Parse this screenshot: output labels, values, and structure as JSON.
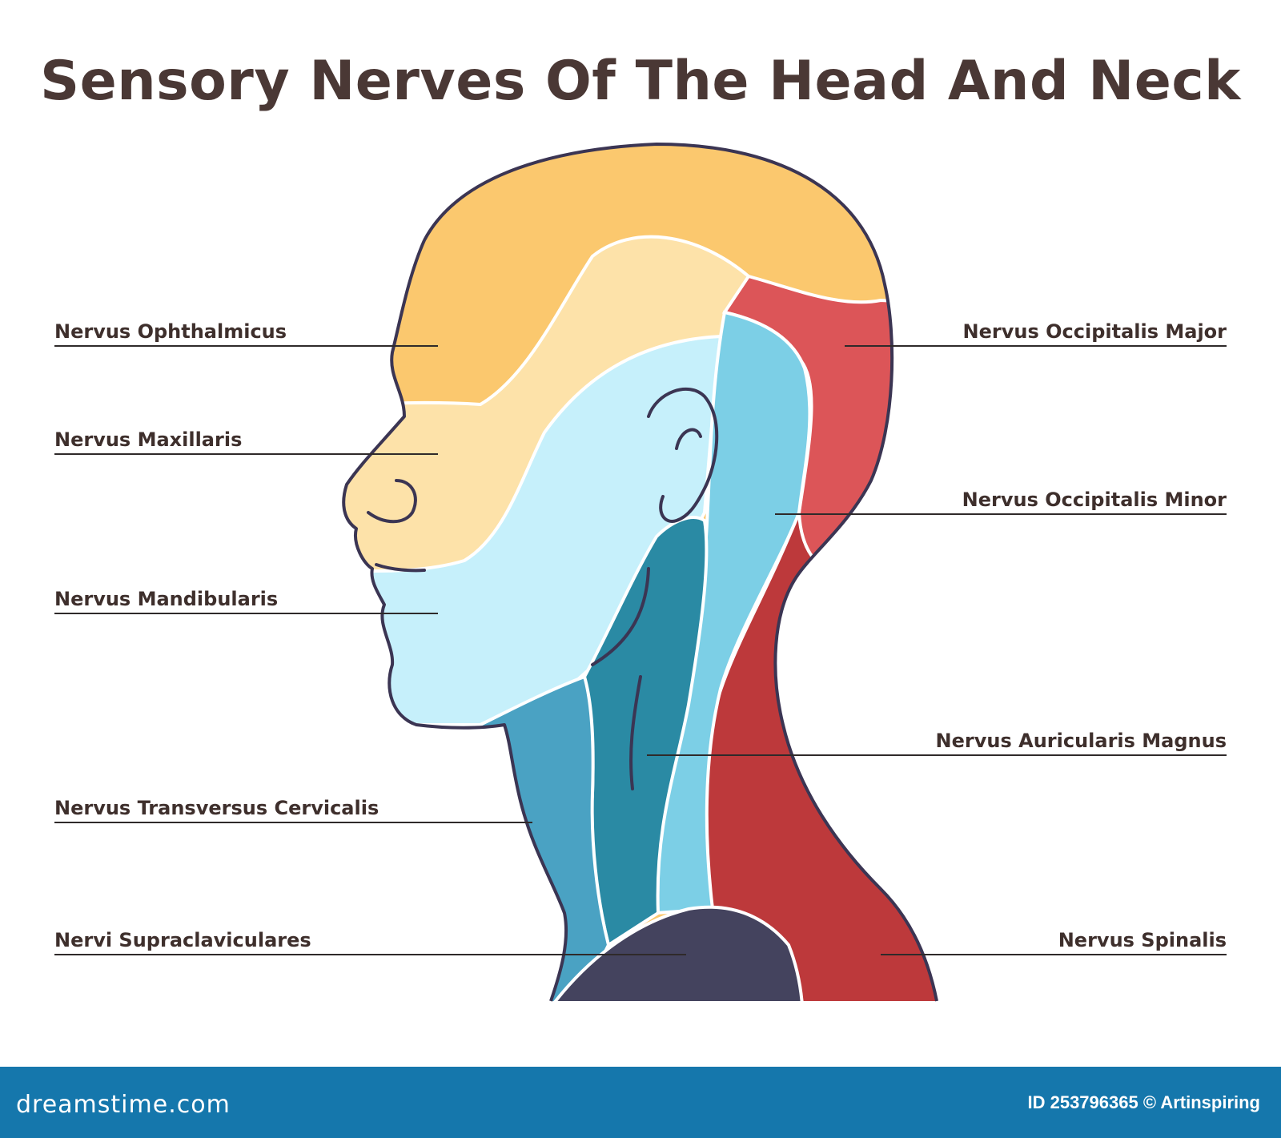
{
  "title": "Sensory Nerves Of The Head And Neck",
  "labels": {
    "ophthalmicus": "Nervus Ophthalmicus",
    "maxillaris": "Nervus Maxillaris",
    "mandibularis": "Nervus Mandibularis",
    "transversus": "Nervus Transversus Cervicalis",
    "supraclaviculares": "Nervi Supraclaviculares",
    "occipitalis_major": "Nervus Occipitalis Major",
    "occipitalis_minor": "Nervus Occipitalis Minor",
    "auricularis": "Nervus Auricularis Magnus",
    "spinalis": "Nervus Spinalis"
  },
  "colors": {
    "ophthalmicus": "#fbc86e",
    "maxillaris": "#fde2a9",
    "mandibularis": "#c6f0fb",
    "transversus": "#4aa2c3",
    "supraclaviculares": "#44435e",
    "occipitalis_major": "#dc5558",
    "occipitalis_minor": "#7ccfe6",
    "auricularis": "#2a8aa4",
    "spinalis": "#bd393b",
    "outline": "#3b3553",
    "footer": "#1577ac"
  },
  "footer": {
    "brand": "dreamstime.com",
    "credit": "ID 253796365 © Artinspiring"
  }
}
